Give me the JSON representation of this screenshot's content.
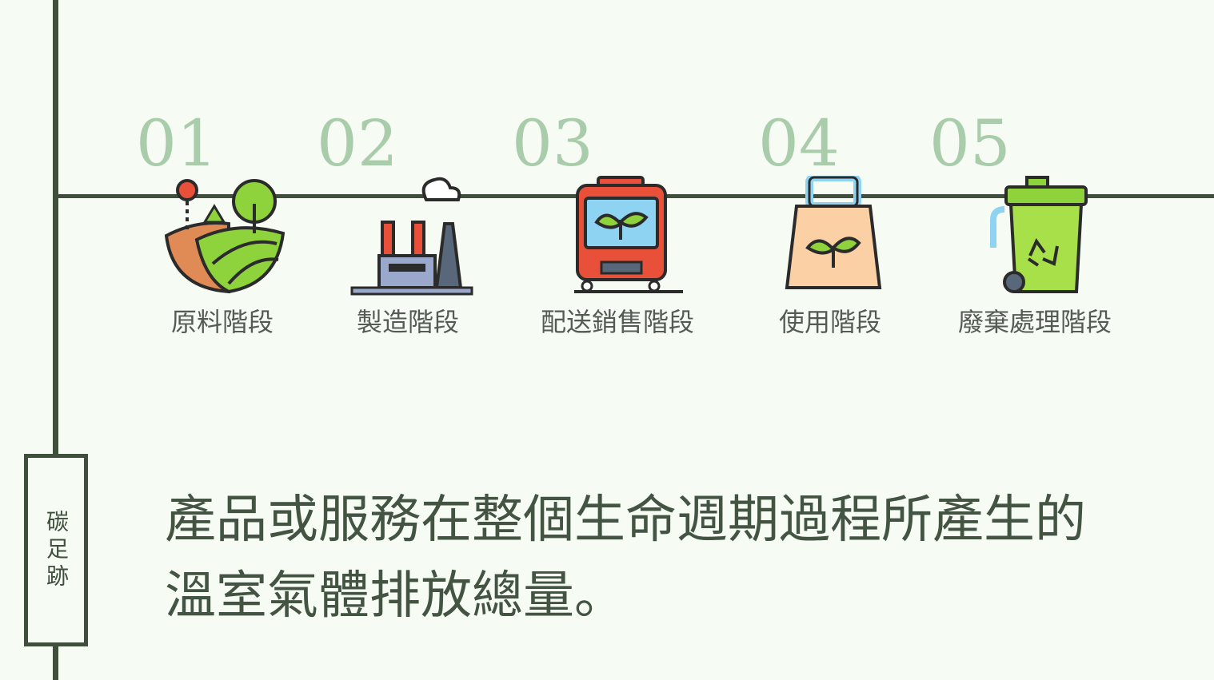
{
  "side_label": "碳足跡",
  "stages": [
    {
      "number": "01",
      "label": "原料階段",
      "icon": "farmland-icon"
    },
    {
      "number": "02",
      "label": "製造階段",
      "icon": "factory-icon"
    },
    {
      "number": "03",
      "label": "配送銷售階段",
      "icon": "bus-icon"
    },
    {
      "number": "04",
      "label": "使用階段",
      "icon": "bag-icon"
    },
    {
      "number": "05",
      "label": "廢棄處理階段",
      "icon": "recycle-bin-icon"
    }
  ],
  "definition": {
    "line1": "產品或服務在整個生命週期過程所產生的",
    "line2": "溫室氣體排放總量。"
  },
  "colors": {
    "accent": "#3f4f3c",
    "number": "#a9ccaa",
    "background": "#f6fbf4"
  }
}
